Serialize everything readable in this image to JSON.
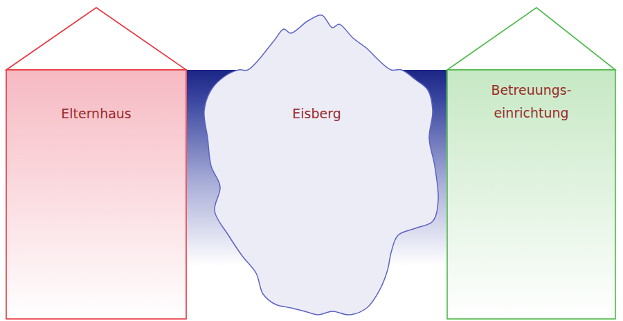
{
  "diagram": {
    "nodes": [
      {
        "text": [
          "Elternhaus"
        ]
      },
      {
        "text": [
          "Eisberg"
        ]
      },
      {
        "text": [
          "Betreuungs- einrichtung"
        ]
      }
    ]
  }
}
